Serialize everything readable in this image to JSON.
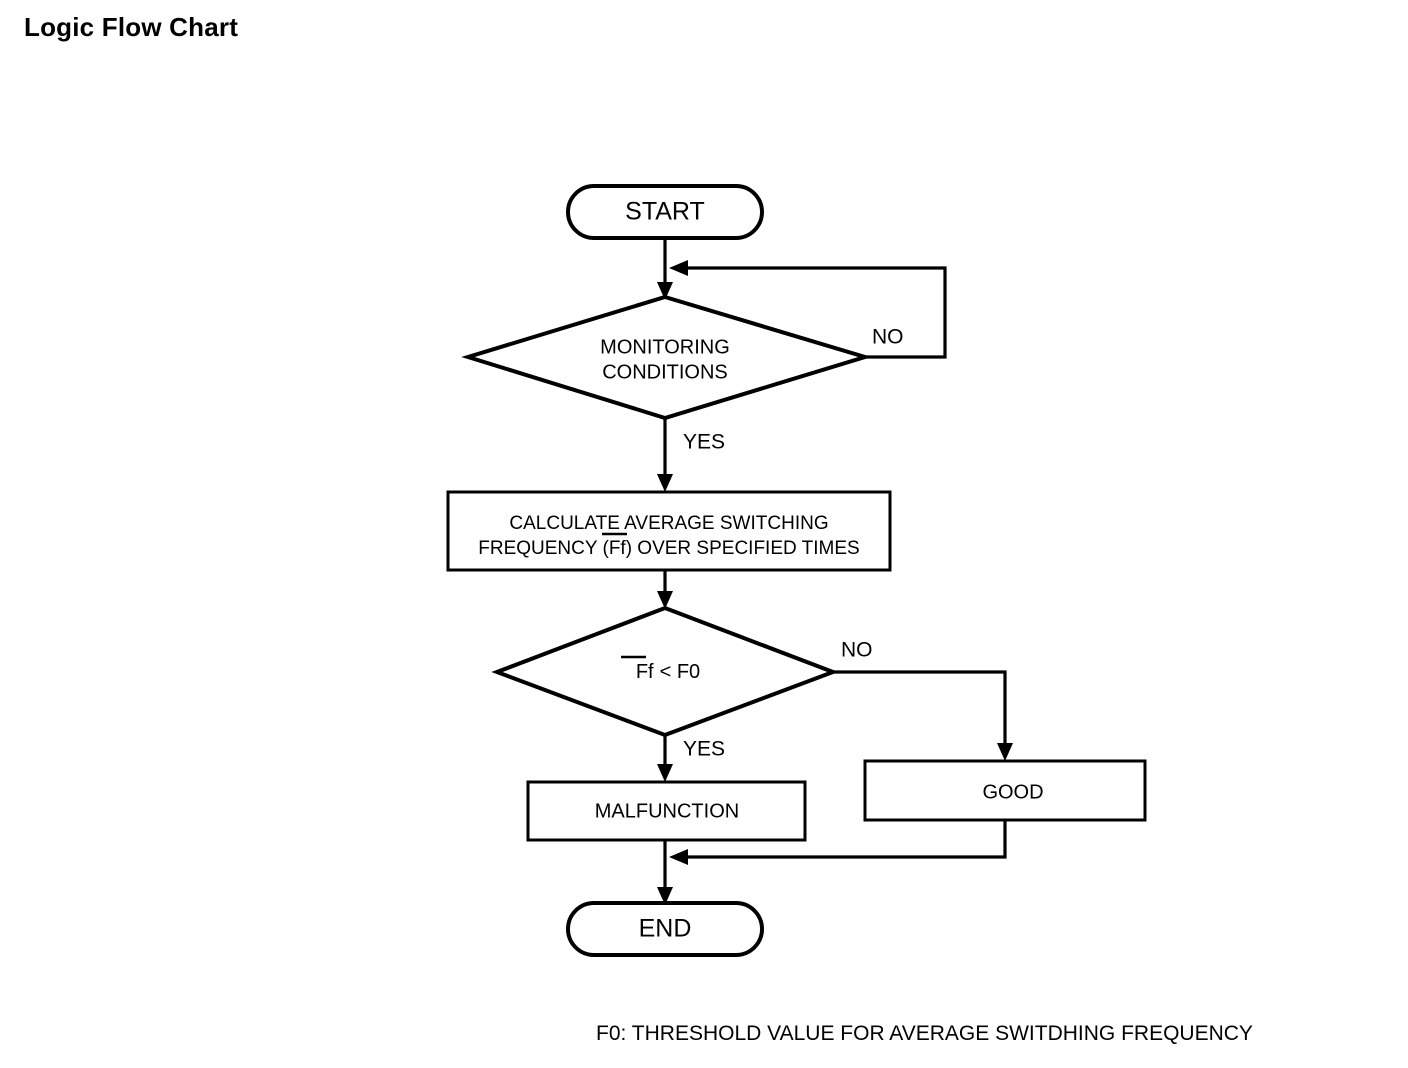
{
  "page": {
    "title": "Logic Flow Chart",
    "background_color": "#ffffff",
    "line_color": "#000000"
  },
  "footnote": {
    "text": "F0: THRESHOLD VALUE FOR AVERAGE SWITDHING FREQUENCY"
  },
  "chart_data": {
    "type": "diagram",
    "title": "Logic Flow Chart",
    "diagram_kind": "flowchart",
    "orientation": "top-to-bottom",
    "nodes": [
      {
        "id": "start",
        "shape": "terminator",
        "label": "START"
      },
      {
        "id": "monitoring",
        "shape": "decision",
        "label_line1": "MONITORING",
        "label_line2": "CONDITIONS"
      },
      {
        "id": "calculate",
        "shape": "process",
        "label_line1": "CALCULATE AVERAGE SWITCHING",
        "label_line2_pre": "FREQUENCY (",
        "label_line2_bar": "Ff",
        "label_line2_post": ") OVER SPECIFIED TIMES"
      },
      {
        "id": "compare",
        "shape": "decision",
        "label_bar": "Ff",
        "label_rest": "< F0"
      },
      {
        "id": "malfunction",
        "shape": "process",
        "label": "MALFUNCTION"
      },
      {
        "id": "good",
        "shape": "process",
        "label": "GOOD"
      },
      {
        "id": "end",
        "shape": "terminator",
        "label": "END"
      }
    ],
    "edges": [
      {
        "from": "start",
        "to": "monitoring",
        "label": ""
      },
      {
        "from": "monitoring",
        "to": "monitoring",
        "label": "NO"
      },
      {
        "from": "monitoring",
        "to": "calculate",
        "label": "YES"
      },
      {
        "from": "calculate",
        "to": "compare",
        "label": ""
      },
      {
        "from": "compare",
        "to": "malfunction",
        "label": "YES"
      },
      {
        "from": "compare",
        "to": "good",
        "label": "NO"
      },
      {
        "from": "malfunction",
        "to": "end",
        "label": ""
      },
      {
        "from": "good",
        "to": "end",
        "label": ""
      }
    ],
    "edge_labels": {
      "monitoring_no": "NO",
      "monitoring_yes": "YES",
      "compare_no": "NO",
      "compare_yes": "YES"
    }
  }
}
